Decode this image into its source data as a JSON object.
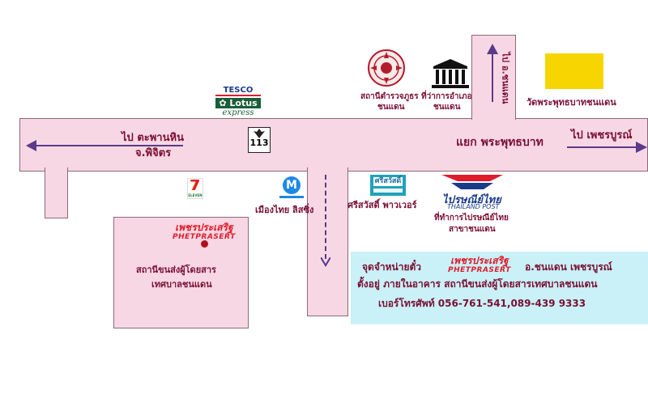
{
  "labels": {
    "to_taphan_hin": "ไป  ตะพานหิน",
    "phichit": "จ.พิจิตร",
    "route_number": "113",
    "junction": "แยก  พระพุทธบาท",
    "to_phetchabun": "ไป  เพชรบูรณ์",
    "to_chon_daen_north": "ไป  อ.ชนแดน",
    "wat": "วัดพระพุทธบาทชนแดน",
    "police_l1": "สถานีตำรวจภูธร",
    "police_l2": "ชนแดน",
    "district_l1": "ที่ว่าการอำเภอ",
    "district_l2": "ชนแดน",
    "mueang_thai": "เมืองไทย  ลิสซิ่ง",
    "srisawat": "ศรีสวัสดิ์  พาวเวอร์",
    "post_l1": "ที่ทำการไปรษณีย์ไทย",
    "post_l2": "สาขาชนแดน",
    "terminal_l1": "สถานีขนส่งผู้โดยสาร",
    "terminal_l2": "เทศบาลชนแดน"
  },
  "logos": {
    "tesco_top": "TESCO",
    "tesco_lotus": "Lotus",
    "tesco_express": "express",
    "seven_eleven": "7",
    "seven_sub": "ELEVEN",
    "mueang_thai_mark": "M",
    "srisawat_mark": "ศรีสวัสดิ์",
    "post_th": "ไปรษณีย์ไทย",
    "post_en": "THAILAND POST",
    "phetprasert_th": "เพชรประเสริฐ",
    "phetprasert_en": "PHETPRASERT"
  },
  "info": {
    "line1_prefix": "จุดจำหน่ายตั๋ว",
    "line1_suffix": "อ.ชนแดน  เพชรบูรณ์",
    "line2": "ตั้งอยู่  ภายในอาคาร  สถานีขนส่งผู้โดยสารเทศบาลชนแดน",
    "line3": "เบอร์โทรศัพท์  056-761-541,089-439 9333"
  },
  "colors": {
    "road": "#f7d7e3",
    "road_border": "#8a6a78",
    "arrow": "#5a3a8a",
    "label": "#7a1033",
    "info_box": "#c9f1f7",
    "wat_marker": "#f7d500",
    "brand_red": "#e01b2a"
  }
}
